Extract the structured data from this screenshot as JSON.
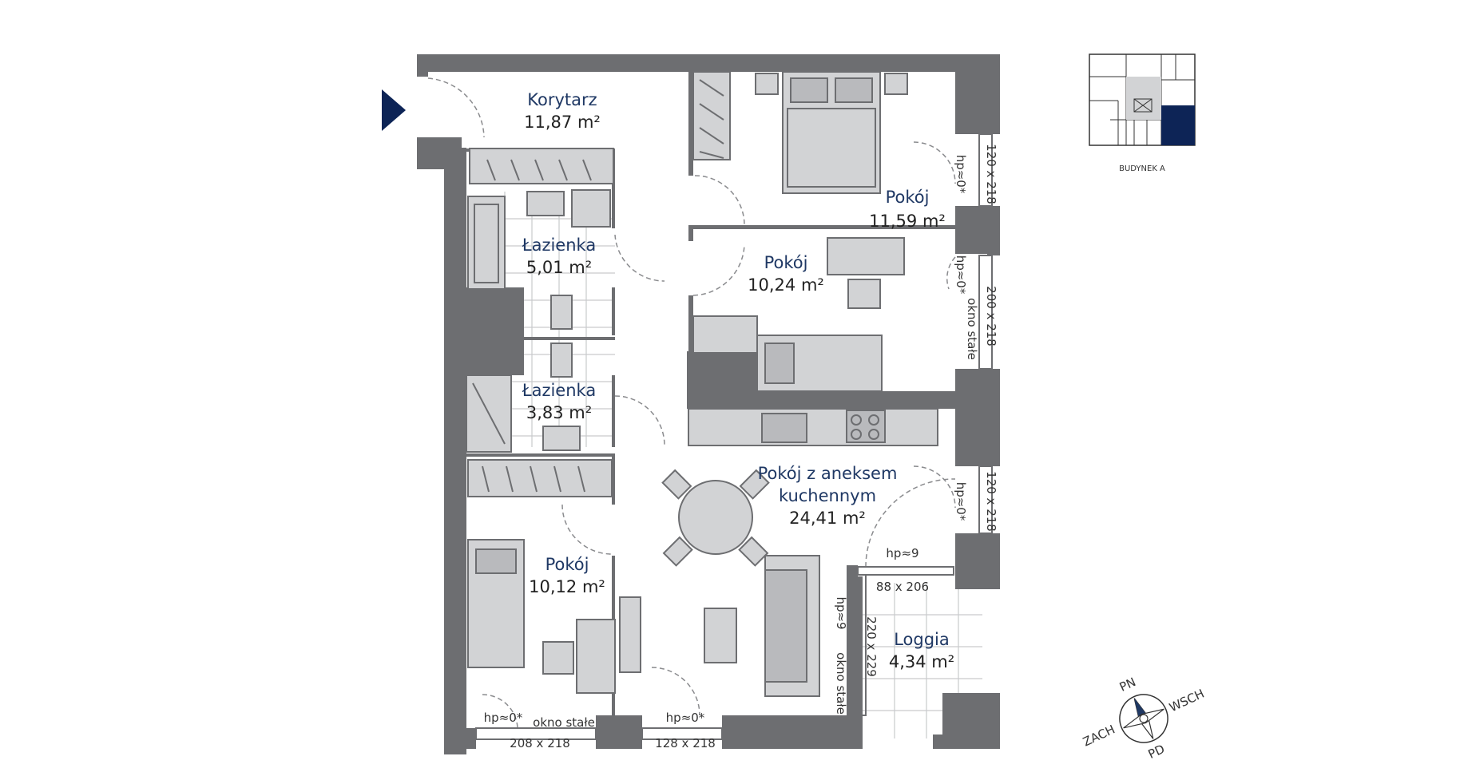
{
  "colors": {
    "wall": "#6d6e71",
    "furniture": "#d2d3d5",
    "room_label": "#1f3864",
    "accent": "#0d2456"
  },
  "icons": [
    "entrance-arrow-icon",
    "compass-icon"
  ],
  "rooms": {
    "korytarz": {
      "name": "Korytarz",
      "area": "11,87 m²"
    },
    "pokoj_a": {
      "name": "Pokój",
      "area": "11,59 m²"
    },
    "lazienka_a": {
      "name": "Łazienka",
      "area": "5,01 m²"
    },
    "pokoj_b": {
      "name": "Pokój",
      "area": "10,24 m²"
    },
    "lazienka_b": {
      "name": "Łazienka",
      "area": "3,83 m²"
    },
    "salon": {
      "name_line1": "Pokój z aneksem",
      "name_line2": "kuchennym",
      "area": "24,41 m²"
    },
    "pokoj_c": {
      "name": "Pokój",
      "area": "10,12 m²"
    },
    "loggia": {
      "name": "Loggia",
      "area": "4,34 m²"
    }
  },
  "windows": {
    "w1": {
      "size": "120 x 218",
      "sill": "hp≈0*"
    },
    "w2": {
      "size": "200 x 218",
      "sill": "hp≈0*",
      "note": "okno stałe"
    },
    "w3": {
      "size": "120 x 218",
      "sill": "hp≈0*"
    },
    "w4": {
      "size": "88 x 206",
      "sill": "hp≈9"
    },
    "w5": {
      "size": "220 x 229",
      "sill": "hp≈9",
      "note": "okno stałe"
    },
    "w6": {
      "size": "208 x 218",
      "sill": "hp≈0*",
      "note": "okno stałe"
    },
    "w7": {
      "size": "128 x 218",
      "sill": "hp≈0*"
    }
  },
  "key_plan": {
    "label": "BUDYNEK A"
  },
  "compass": {
    "n": "PN",
    "e": "WSCH",
    "s": "PD",
    "w": "ZACH"
  }
}
